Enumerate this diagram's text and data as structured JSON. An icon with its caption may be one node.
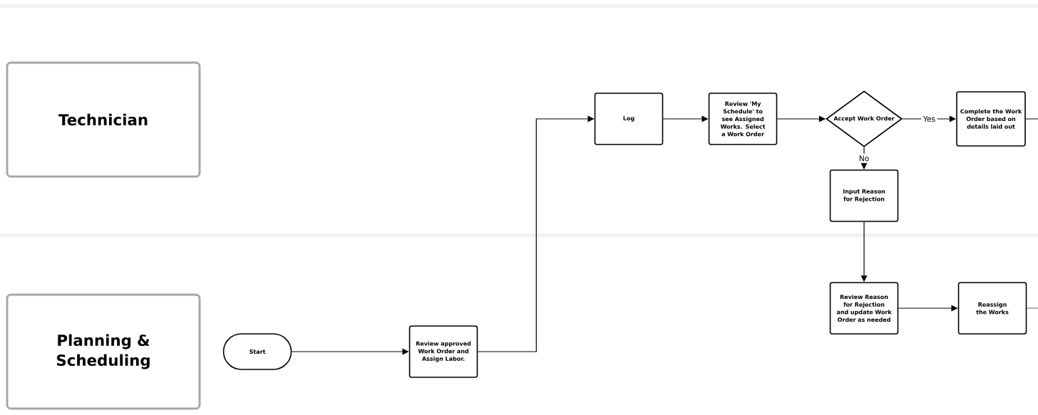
{
  "diagram": {
    "nodes": [
      {
        "text": [
          "Technician"
        ]
      },
      {
        "text": [
          "Planning & Scheduling"
        ]
      },
      {
        "text": [
          "Start"
        ]
      },
      {
        "text": [
          "Review approved Work Order and Assign Labor."
        ]
      },
      {
        "text": [
          "Log"
        ]
      },
      {
        "text": [
          "Review 'My Schedule' to see Assigned Works. Select a Work Order"
        ]
      },
      {
        "text": [
          "Accept Work Order"
        ]
      },
      {
        "text": [
          "Complete the Work Order based on details laid out"
        ]
      },
      {
        "text": [
          "Input Reason for Rejection"
        ]
      },
      {
        "text": [
          "Review Reason for Rejection and update Work Order as needed"
        ]
      },
      {
        "text": [
          "Reassign the Works"
        ]
      }
    ],
    "edges": [
      {
        "from": 2,
        "to": 3,
        "arrow": "to"
      },
      {
        "from": 3,
        "to": 4,
        "arrow": "to"
      },
      {
        "from": 4,
        "to": 5,
        "arrow": "to"
      },
      {
        "from": 5,
        "to": 6,
        "arrow": "to"
      },
      {
        "from": 6,
        "to": 7,
        "arrow": "to",
        "label": "Yes"
      },
      {
        "from": 6,
        "to": 8,
        "arrow": "to",
        "label": "No"
      },
      {
        "from": 8,
        "to": 9,
        "arrow": "to"
      },
      {
        "from": 9,
        "to": 10,
        "arrow": "to"
      },
      {
        "from": 7,
        "to": null,
        "arrow": "none"
      },
      {
        "from": 10,
        "to": null,
        "arrow": "none"
      }
    ]
  }
}
